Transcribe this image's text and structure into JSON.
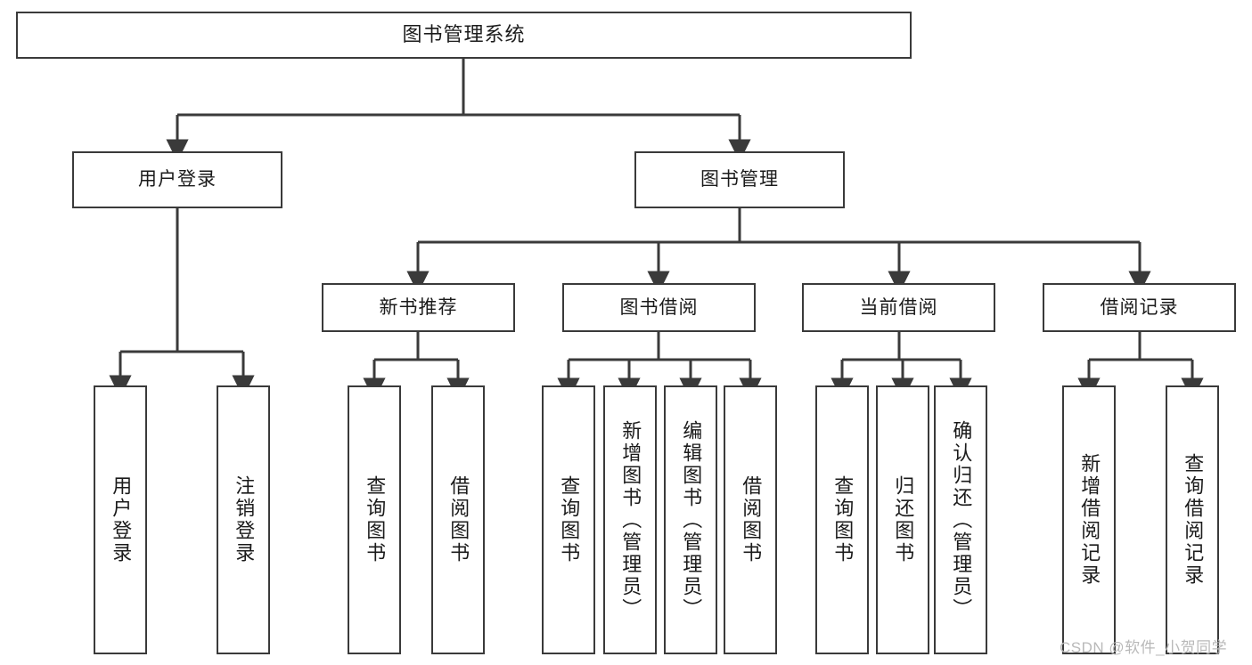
{
  "diagram": {
    "type": "tree",
    "title": "图书管理系统",
    "orientation": "top-down",
    "colors": {
      "box_border": "#3a3a3a",
      "box_fill": "#ffffff",
      "edge": "#3a3a3a",
      "text": "#1b1b1b",
      "watermark": "#b9b9b9",
      "background": "#ffffff"
    },
    "root": {
      "label": "图书管理系统"
    },
    "level2": [
      {
        "label": "用户登录"
      },
      {
        "label": "图书管理"
      }
    ],
    "level3": [
      {
        "label": "新书推荐"
      },
      {
        "label": "图书借阅"
      },
      {
        "label": "当前借阅"
      },
      {
        "label": "借阅记录"
      }
    ],
    "leaves": {
      "user_login": [
        {
          "label": "用户登录"
        },
        {
          "label": "注销登录"
        }
      ],
      "new_book_recommend": [
        {
          "label": "查询图书"
        },
        {
          "label": "借阅图书"
        }
      ],
      "book_borrow": [
        {
          "label": "查询图书"
        },
        {
          "label": "新增图书（管理员）"
        },
        {
          "label": "编辑图书（管理员）"
        },
        {
          "label": "借阅图书"
        }
      ],
      "current_borrow": [
        {
          "label": "查询图书"
        },
        {
          "label": "归还图书"
        },
        {
          "label": "确认归还（管理员）"
        }
      ],
      "borrow_record": [
        {
          "label": "新增借阅记录"
        },
        {
          "label": "查询借阅记录"
        }
      ]
    }
  },
  "watermark": {
    "text": "CSDN @软件_小贺同学"
  }
}
